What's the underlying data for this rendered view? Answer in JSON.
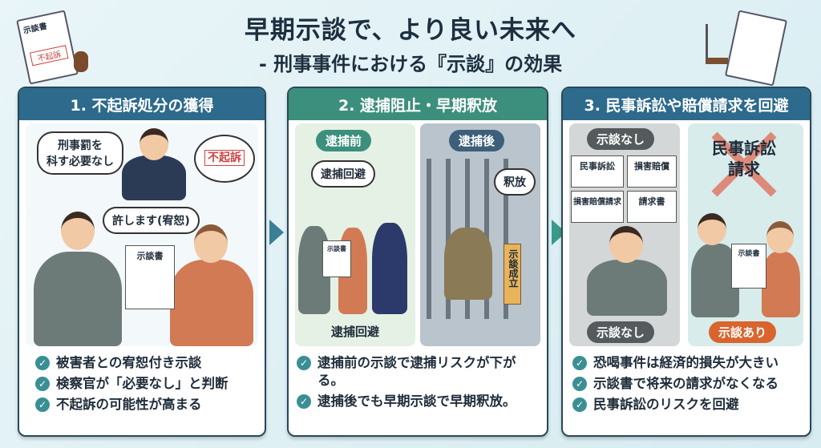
{
  "header": {
    "title": "早期示談で、より良い未来へ",
    "subtitle": "- 刑事事件における『示談』の効果"
  },
  "decor": {
    "left_doc_title": "示談書",
    "left_doc_stamp": "不起訴"
  },
  "panels": [
    {
      "title": "1. 不起訴処分の獲得",
      "illustration": {
        "prosecutor_bubble": "刑事罰を\n科す必要なし",
        "stamp": "不起訴",
        "forgive_bubble": "許します(宥恕)",
        "document": "示談書"
      },
      "bullets": [
        "被害者との宥恕付き示談",
        "検察官が「必要なし」と判断",
        "不起訴の可能性が高まる"
      ]
    },
    {
      "title": "2. 逮捕阻止・早期釈放",
      "illustration": {
        "before_label": "逮捕前",
        "before_bubble": "逮捕回避",
        "before_caption": "逮捕回避",
        "document": "示談書",
        "after_label": "逮捕後",
        "after_bubble": "釈放",
        "tag": "示談成立"
      },
      "bullets": [
        "逮捕前の示談で逮捕リスクが下がる。",
        "逮捕後でも早期示談で早期釈放。"
      ]
    },
    {
      "title": "3. 民事訴訟や賠償請求を回避",
      "illustration": {
        "without_label": "示談なし",
        "docs": [
          "民事訴訟",
          "損害賠償",
          "損害賠償請求",
          "請求書"
        ],
        "crossed_text": "民事訴訟\n請求",
        "document": "示談書",
        "without_caption": "示談なし",
        "with_caption": "示談あり"
      },
      "bullets": [
        "恐喝事件は経済的損失が大きい",
        "示談書で将来の請求がなくなる",
        "民事訴訟のリスクを回避"
      ]
    }
  ],
  "colors": {
    "blue_header": "#2d6a8c",
    "green_header": "#3c8f7c",
    "check": "#3a8f94",
    "pill_dark": "#555a5c",
    "pill_orange": "#d9642e"
  }
}
